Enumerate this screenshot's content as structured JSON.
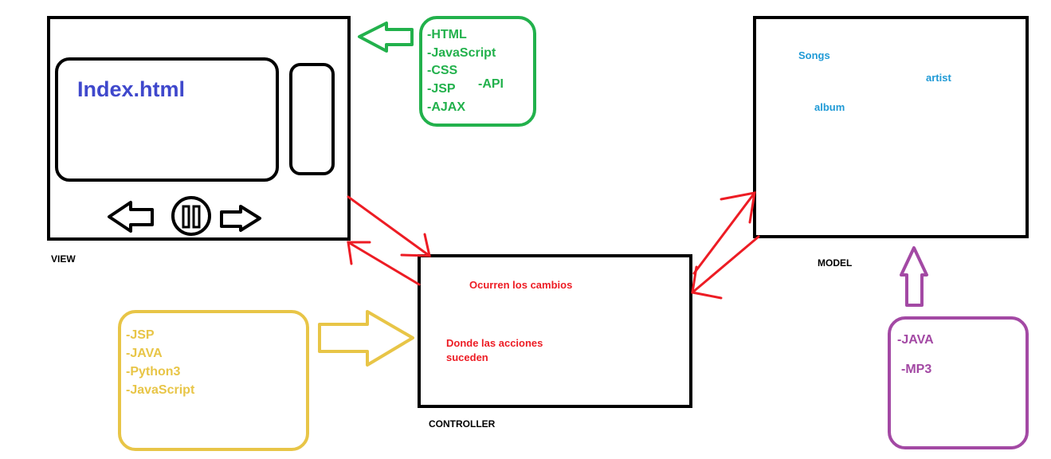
{
  "view": {
    "label": "VIEW",
    "screen_title": "Index.html"
  },
  "view_tech": {
    "items": [
      "-HTML",
      "-JavaScript",
      "-CSS",
      "-JSP",
      "-AJAX"
    ],
    "extra": "-API",
    "color": "#22b14c"
  },
  "model": {
    "label": "MODEL",
    "fields": {
      "songs": "Songs",
      "artist": "artist",
      "album": "album"
    },
    "color": "#1f9ad6"
  },
  "model_tech": {
    "items": [
      "-JAVA",
      "-MP3"
    ],
    "color": "#a349a4"
  },
  "controller": {
    "label": "CONTROLLER",
    "line1": "Ocurren los cambios",
    "line2a": "Donde las acciones",
    "line2b": "suceden",
    "color": "#ed1c24"
  },
  "controller_tech": {
    "items": [
      "-JSP",
      "-JAVA",
      "-Python3",
      "-JavaScript"
    ],
    "color": "#e8c547"
  },
  "icons": [
    "back-arrow-icon",
    "pause-icon",
    "forward-arrow-icon"
  ]
}
